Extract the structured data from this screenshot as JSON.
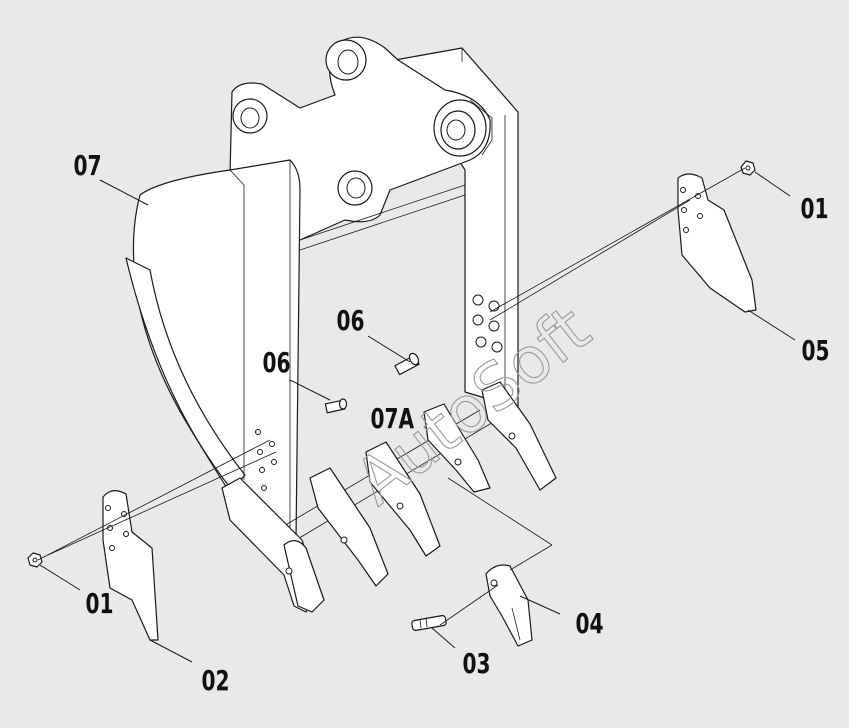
{
  "watermark": "AutoSoft",
  "labels": {
    "l07": "07",
    "l01_right": "01",
    "l05": "05",
    "l06_center": "06",
    "l06_left": "06",
    "l07a": "07A",
    "l01_left": "01",
    "l02": "02",
    "l03": "03",
    "l04": "04"
  }
}
